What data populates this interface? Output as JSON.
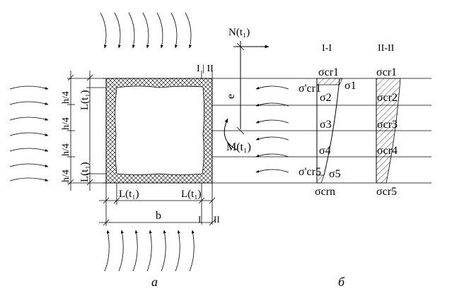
{
  "labels": {
    "N": "N(t₁)",
    "M": "M(t₁)",
    "e": "e",
    "b": "b",
    "L_bl": "L(t₁)",
    "L_br": "L(t₁)",
    "L_lt": "L(t₁)",
    "L_lb": "L(t₁)",
    "h4_1": "h/4",
    "h4_2": "h/4",
    "h4_3": "h/4",
    "h4_4": "h/4",
    "sec_top": "I | II",
    "sec_bot_I": "I",
    "sec_bot_II": "II",
    "a": "а",
    "b_part": "б"
  },
  "section_I": {
    "title": "I-I",
    "top": "σcr1",
    "left1": "σ'cr1",
    "s1": "σ1",
    "s2": "σ2",
    "s3": "σ3",
    "s4": "σ4",
    "left5": "σ'cr5",
    "s5": "σ5",
    "bottom": "σcrn"
  },
  "section_II": {
    "title": "II-II",
    "s1": "σcr1",
    "s2": "σcr2",
    "s3": "σcr3",
    "s4": "σcr4",
    "s5": "σcr5"
  }
}
